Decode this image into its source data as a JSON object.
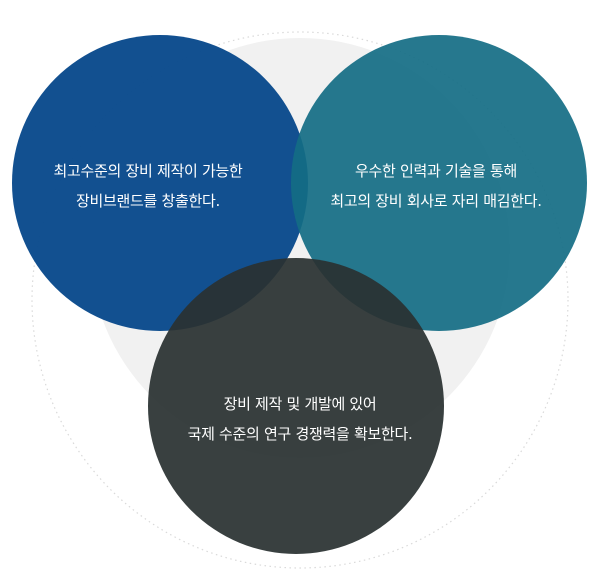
{
  "diagram": {
    "colors": {
      "outer_ring_stroke": "#d9d9d9",
      "background_disc": "#f1f1f1",
      "circle_left": "#0a4a8c",
      "circle_right": "#146c84",
      "circle_bottom": "#2a3131",
      "text": "#ffffff"
    },
    "circles": {
      "left": {
        "line1": "최고수준의 장비 제작이 가능한",
        "line2": "장비브랜드를 창출한다."
      },
      "right": {
        "line1": "우수한 인력과 기술을 통해",
        "line2": "최고의 장비 회사로 자리 매김한다."
      },
      "bottom": {
        "line1": "장비 제작 및 개발에 있어",
        "line2": "국제 수준의 연구 경쟁력을 확보한다."
      }
    }
  }
}
